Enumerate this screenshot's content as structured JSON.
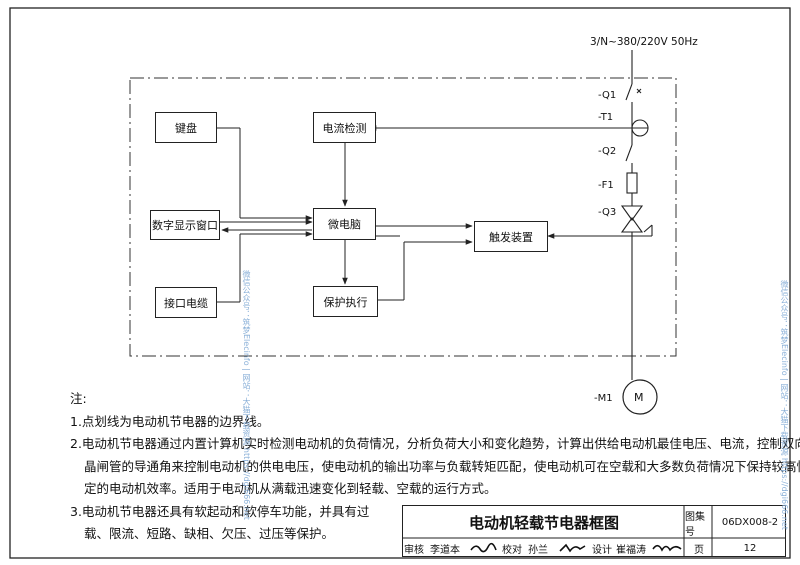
{
  "supply_label": "3/N~380/220V 50Hz",
  "blocks": {
    "keyboard": "键盘",
    "current_detect": "电流检测",
    "display": "数字显示窗口",
    "microcomputer": "微电脑",
    "trigger": "触发装置",
    "cable": "接口电缆",
    "protection": "保护执行"
  },
  "components": {
    "q1": "-Q1",
    "t1": "-T1",
    "q2": "-Q2",
    "f1": "-F1",
    "q3": "-Q3",
    "m1": "-M1",
    "motor": "M"
  },
  "notes": {
    "heading": "注:",
    "line1": "1.点划线为电动机节电器的边界线。",
    "line2": "2.电动机节电器通过内置计算机实时检测电动机的负荷情况，分析负荷大小和变化趋势，计算出供给电动机最佳电压、电流，控制双向",
    "line3": "晶闸管的导通角来控制电动机的供电电压，使电动机的输出功率与负载转矩匹配，使电动机可在空载和大多数负荷情况下保持较高恒",
    "line4": "定的电动机效率。适用于电动机从满载迅速变化到轻载、空载的运行方式。",
    "line5": "3.电动机节电器还具有软起动和软停车功能，并具有过",
    "line6": "载、限流、短路、缺相、欠压、过压等保护。"
  },
  "title_block": {
    "title": "电动机轻载节电器框图",
    "atlas_label": "图集号",
    "atlas_no": "06DX008-2",
    "review_label": "审核",
    "reviewer": "李道本",
    "check_label": "校对",
    "checker": "孙兰",
    "design_label": "设计",
    "designer": "崔福涛",
    "page_label": "页",
    "page_no": "12"
  },
  "watermarks": {
    "left": "微信公众号：筑梦Elecinfo | 网站：大猫下载资源 https://dgi666.net",
    "right": "微信公众号：筑梦Elecinfo | 网站：大猫下载资源 https://dgi666.net"
  }
}
